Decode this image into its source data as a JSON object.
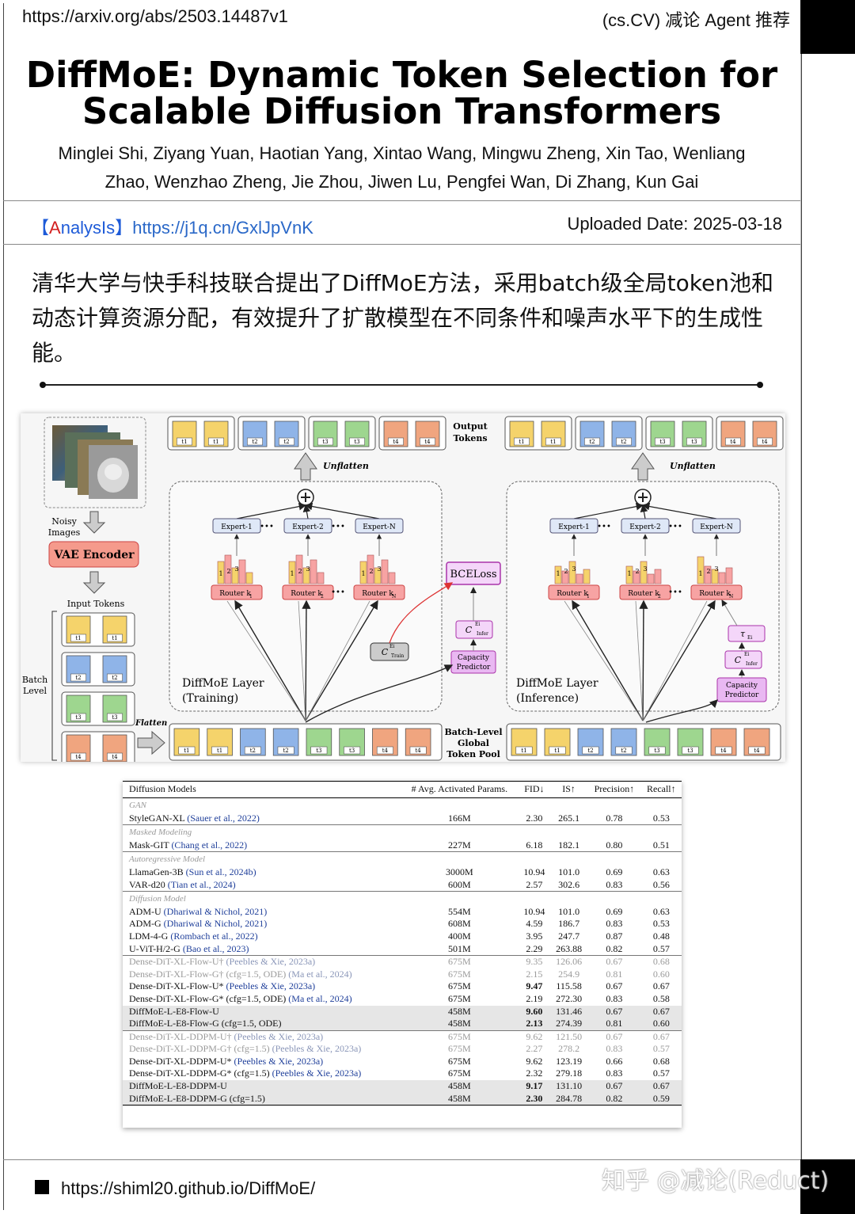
{
  "header": {
    "url": "https://arxiv.org/abs/2503.14487v1",
    "category": "(cs.CV) 减论 Agent 推荐"
  },
  "paper": {
    "title_line1": "DiffMoE: Dynamic Token Selection for",
    "title_line2": "Scalable Diffusion Transformers",
    "authors_line1": "Minglei Shi, Ziyang Yuan, Haotian Yang, Xintao Wang, Mingwu Zheng, Xin Tao, Wenliang",
    "authors_line2": "Zhao, Wenzhao Zheng, Jie Zhou, Jiwen Lu, Pengfei Wan, Di Zhang, Kun Gai"
  },
  "analysis": {
    "bracket_open": "【",
    "a": "A",
    "rest": "nalysIs",
    "bracket_close": "】",
    "link": "https://j1q.cn/GxlJpVnK"
  },
  "uploaded": "Uploaded Date: 2025-03-18",
  "summary": "清华大学与快手科技联合提出了DiffMoE方法，采用batch级全局token池和动态计算资源分配，有效提升了扩散模型在不同条件和噪声水平下的生成性能。",
  "figure": {
    "noisy_images_1": "Noisy",
    "noisy_images_2": "Images",
    "vae_encoder": "VAE Encoder",
    "input_tokens": "Input Tokens",
    "batch_level_1": "Batch",
    "batch_level_2": "Level",
    "flatten": "Flatten",
    "output_tokens_1": "Output",
    "output_tokens_2": "Tokens",
    "unflatten": "Unflatten",
    "experts": [
      "Expert-1",
      "Expert-2",
      "Expert-N"
    ],
    "routers": [
      "Router k",
      "Router k",
      "Router k"
    ],
    "router_subs": [
      "1",
      "2",
      "N"
    ],
    "ellipsis": "•••",
    "bceloss": "BCELoss",
    "capacity_1": "Capacity",
    "capacity_2": "Predictor",
    "c_train": "C",
    "train_sub": "Train",
    "c_infer": "C",
    "infer_sub": "Infer",
    "ei": "Ei",
    "tau": "τ",
    "tau_sub": "Ei",
    "layer_training_1": "DiffMoE Layer",
    "layer_training_2": "(Training)",
    "layer_inference_1": "DiffMoE Layer",
    "layer_inference_2": "(Inference)",
    "pool_1": "Batch-Level",
    "pool_2": "Global",
    "pool_3": "Token Pool",
    "tokens": [
      "t1",
      "t2",
      "t3",
      "t4"
    ],
    "bar_labels": [
      "1",
      "2",
      "3"
    ],
    "colors": {
      "t1": "#f5d36b",
      "t2": "#8fb4e8",
      "t3": "#9ed68f",
      "t4": "#f0a57f",
      "router": "#f7a3a3",
      "expert": "#dfe8f7",
      "capacity": "#e9b8f2",
      "vae": "#f59a8c"
    }
  },
  "table": {
    "headers": [
      "Diffusion Models",
      "# Avg. Activated Params.",
      "FID↓",
      "IS↑",
      "Precision↑",
      "Recall↑"
    ],
    "groups": [
      {
        "label": "GAN",
        "rows": [
          {
            "model": "StyleGAN-XL",
            "cite": "(Sauer et al., 2022)",
            "params": "166M",
            "fid": "2.30",
            "is": "265.1",
            "prec": "0.78",
            "rec": "0.53"
          }
        ]
      },
      {
        "label": "Masked Modeling",
        "rows": [
          {
            "model": "Mask-GIT",
            "cite": "(Chang et al., 2022)",
            "params": "227M",
            "fid": "6.18",
            "is": "182.1",
            "prec": "0.80",
            "rec": "0.51"
          }
        ]
      },
      {
        "label": "Autoregressive Model",
        "rows": [
          {
            "model": "LlamaGen-3B",
            "cite": "(Sun et al., 2024b)",
            "params": "3000M",
            "fid": "10.94",
            "is": "101.0",
            "prec": "0.69",
            "rec": "0.63"
          },
          {
            "model": "VAR-d20",
            "cite": "(Tian et al., 2024)",
            "params": "600M",
            "fid": "2.57",
            "is": "302.6",
            "prec": "0.83",
            "rec": "0.56"
          }
        ]
      },
      {
        "label": "Diffusion Model",
        "rows": [
          {
            "model": "ADM-U",
            "cite": "(Dhariwal & Nichol, 2021)",
            "params": "554M",
            "fid": "10.94",
            "is": "101.0",
            "prec": "0.69",
            "rec": "0.63"
          },
          {
            "model": "ADM-G",
            "cite": "(Dhariwal & Nichol, 2021)",
            "params": "608M",
            "fid": "4.59",
            "is": "186.7",
            "prec": "0.83",
            "rec": "0.53"
          },
          {
            "model": "LDM-4-G",
            "cite": "(Rombach et al., 2022)",
            "params": "400M",
            "fid": "3.95",
            "is": "247.7",
            "prec": "0.87",
            "rec": "0.48"
          },
          {
            "model": "U-ViT-H/2-G",
            "cite": "(Bao et al., 2023)",
            "params": "501M",
            "fid": "2.29",
            "is": "263.88",
            "prec": "0.82",
            "rec": "0.57"
          }
        ]
      }
    ],
    "flow_rows": [
      {
        "model": "Dense-DiT-XL-Flow-U†",
        "cite": "(Peebles & Xie, 2023a)",
        "params": "675M",
        "fid": "9.35",
        "is": "126.06",
        "prec": "0.67",
        "rec": "0.68",
        "style": "gray"
      },
      {
        "model": "Dense-DiT-XL-Flow-G† (cfg=1.5, ODE)",
        "cite": "(Ma et al., 2024)",
        "params": "675M",
        "fid": "2.15",
        "is": "254.9",
        "prec": "0.81",
        "rec": "0.60",
        "style": "gray"
      },
      {
        "model": "Dense-DiT-XL-Flow-U*",
        "cite": "(Peebles & Xie, 2023a)",
        "params": "675M",
        "fid": "9.47",
        "is": "115.58",
        "prec": "0.67",
        "rec": "0.67",
        "style": "bold"
      },
      {
        "model": "Dense-DiT-XL-Flow-G* (cfg=1.5, ODE)",
        "cite": "(Ma et al., 2024)",
        "params": "675M",
        "fid": "2.19",
        "is": "272.30",
        "prec": "0.83",
        "rec": "0.58",
        "style": ""
      },
      {
        "model": "DiffMoE-L-E8-Flow-U",
        "cite": "",
        "params": "458M",
        "fid": "9.60",
        "is": "131.46",
        "prec": "0.67",
        "rec": "0.67",
        "style": "shade bold"
      },
      {
        "model": "DiffMoE-L-E8-Flow-G (cfg=1.5, ODE)",
        "cite": "",
        "params": "458M",
        "fid": "2.13",
        "is": "274.39",
        "prec": "0.81",
        "rec": "0.60",
        "style": "shade bold"
      }
    ],
    "ddpm_rows": [
      {
        "model": "Dense-DiT-XL-DDPM-U†",
        "cite": "(Peebles & Xie, 2023a)",
        "params": "675M",
        "fid": "9.62",
        "is": "121.50",
        "prec": "0.67",
        "rec": "0.67",
        "style": "gray"
      },
      {
        "model": "Dense-DiT-XL-DDPM-G† (cfg=1.5)",
        "cite": "(Peebles & Xie, 2023a)",
        "params": "675M",
        "fid": "2.27",
        "is": "278.2",
        "prec": "0.83",
        "rec": "0.57",
        "style": "gray"
      },
      {
        "model": "Dense-DiT-XL-DDPM-U*",
        "cite": "(Peebles & Xie, 2023a)",
        "params": "675M",
        "fid": "9.62",
        "is": "123.19",
        "prec": "0.66",
        "rec": "0.68",
        "style": ""
      },
      {
        "model": "Dense-DiT-XL-DDPM-G* (cfg=1.5)",
        "cite": "(Peebles & Xie, 2023a)",
        "params": "675M",
        "fid": "2.32",
        "is": "279.18",
        "prec": "0.83",
        "rec": "0.57",
        "style": ""
      },
      {
        "model": "DiffMoE-L-E8-DDPM-U",
        "cite": "",
        "params": "458M",
        "fid": "9.17",
        "is": "131.10",
        "prec": "0.67",
        "rec": "0.67",
        "style": "shade bold"
      },
      {
        "model": "DiffMoE-L-E8-DDPM-G (cfg=1.5)",
        "cite": "",
        "params": "458M",
        "fid": "2.30",
        "is": "284.78",
        "prec": "0.82",
        "rec": "0.59",
        "style": "shade bold"
      }
    ]
  },
  "footer": {
    "url": "https://shiml20.github.io/DiffMoE/",
    "watermark": "知乎 @减论(Reduct)"
  }
}
